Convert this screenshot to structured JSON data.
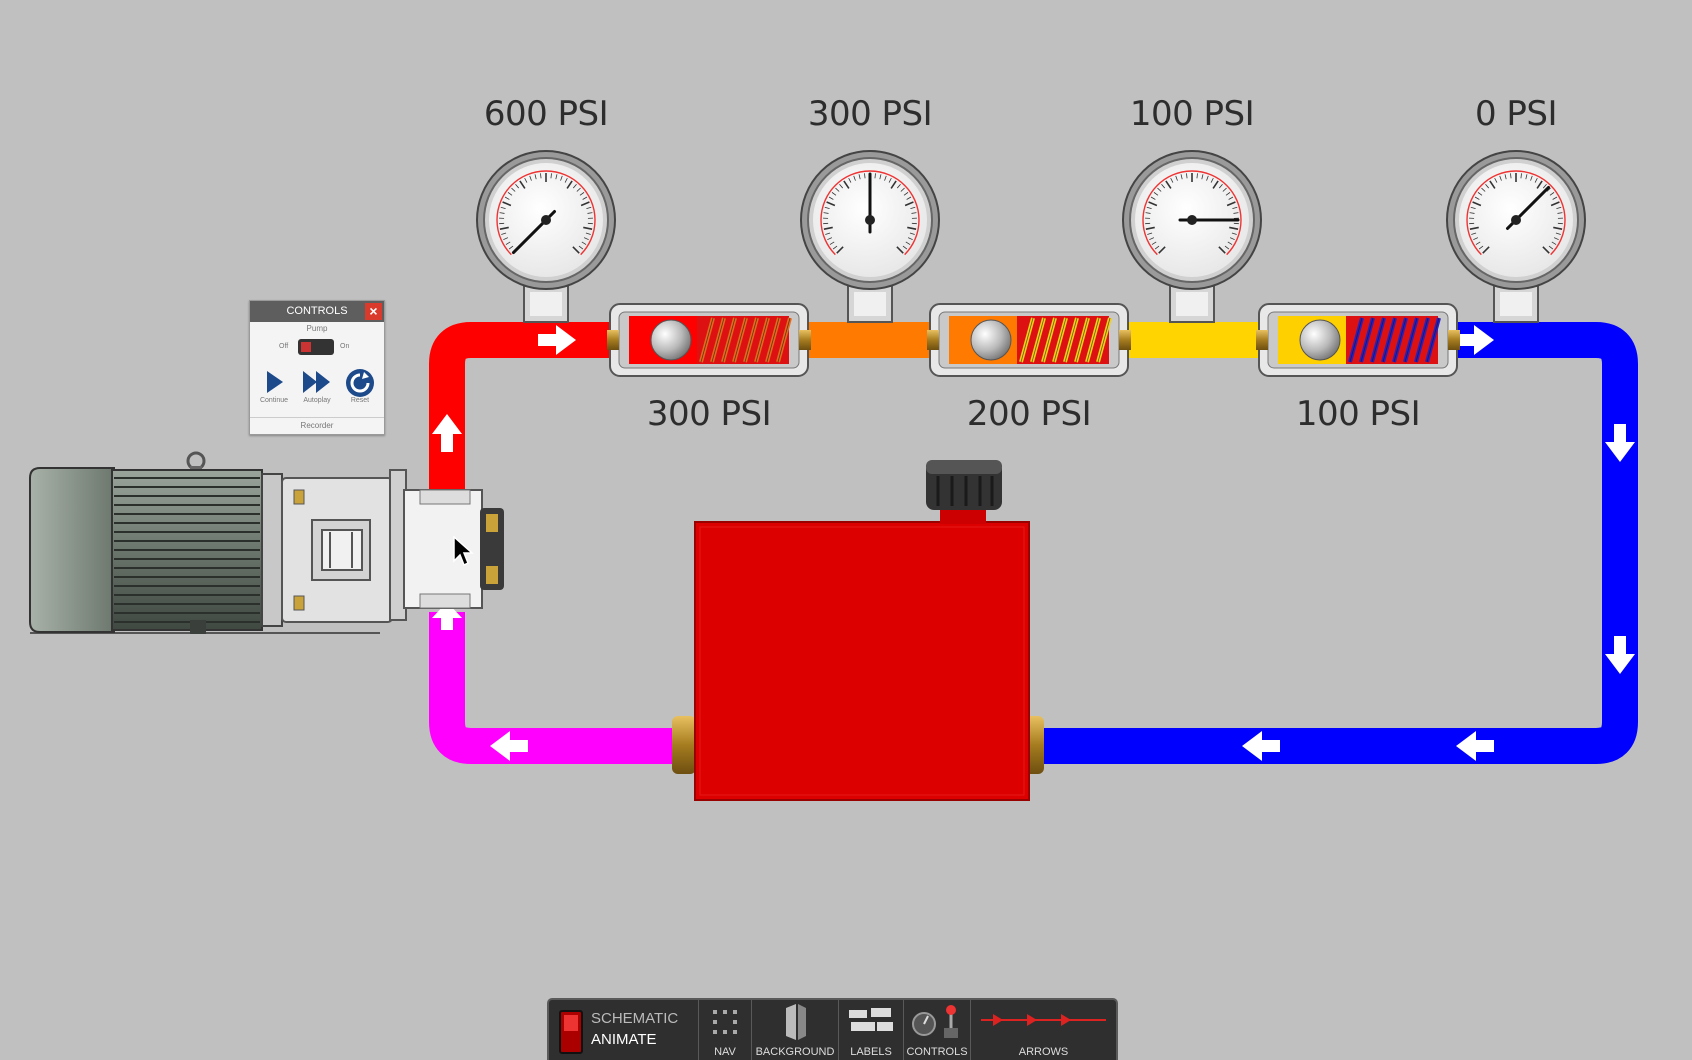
{
  "gauges": [
    {
      "label": "600 PSI",
      "psi": 600
    },
    {
      "label": "300 PSI",
      "psi": 300
    },
    {
      "label": "100 PSI",
      "psi": 100
    },
    {
      "label": "0 PSI",
      "psi": 0
    }
  ],
  "valves": [
    {
      "label": "300 PSI",
      "inlet_color": "#ff0000",
      "spring_color": "#e46a1e"
    },
    {
      "label": "200 PSI",
      "inlet_color": "#ff7a00",
      "spring_color": "#f1cf1a"
    },
    {
      "label": "100 PSI",
      "inlet_color": "#ffd000",
      "spring_color": "#2a1fbf"
    }
  ],
  "line_colors": {
    "pressure_600": "#ff0000",
    "pressure_300": "#ff7a00",
    "pressure_100": "#ffd400",
    "return": "#0000ff",
    "suction": "#ff00ff",
    "tank": "#dd0000"
  },
  "controls": {
    "title": "CONTROLS",
    "close_icon": "close-icon",
    "pump_label": "Pump",
    "off_label": "Off",
    "on_label": "On",
    "continue_label": "Continue",
    "autoplay_label": "Autoplay",
    "reset_label": "Reset",
    "recorder_label": "Recorder"
  },
  "toolbar": {
    "schematic_label": "SCHEMATIC",
    "animate_label": "ANIMATE",
    "nav_label": "NAV",
    "background_label": "BACKGROUND",
    "labels_label": "LABELS",
    "controls_label": "CONTROLS",
    "arrows_label": "ARROWS"
  }
}
